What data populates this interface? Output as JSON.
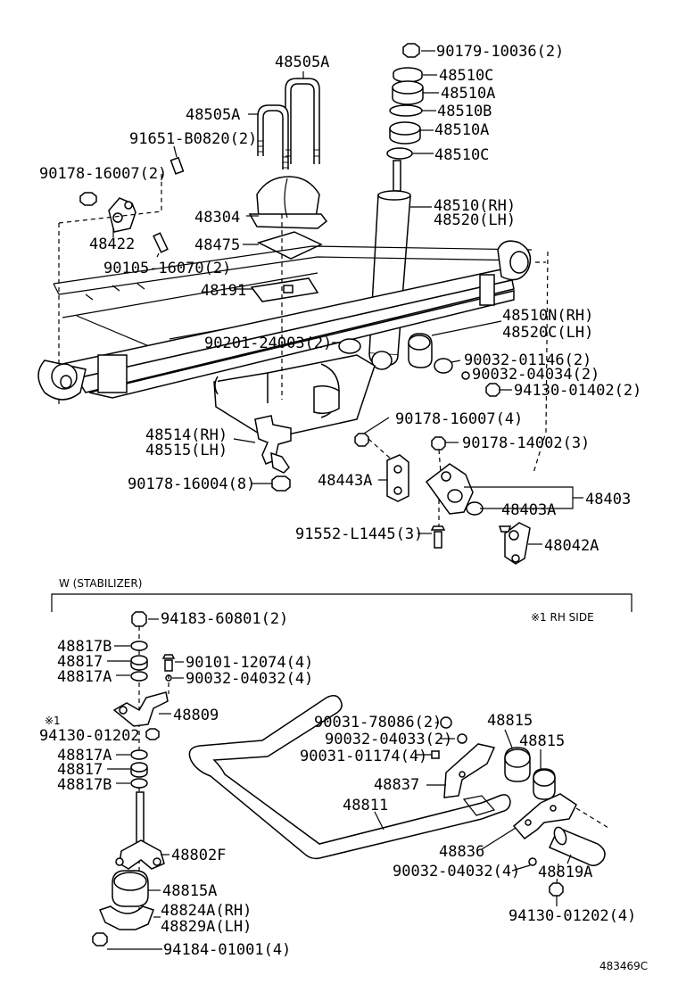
{
  "labels": {
    "p1": "90179-10036(2)",
    "p2": "48510C",
    "p3": "48510A",
    "p4": "48510B",
    "p5": "48510A",
    "p6": "48510C",
    "p7": "48505A",
    "p8": "48505A",
    "p9": "91651-B0820(2)",
    "p10": "90178-16007(2)",
    "p11": "48510(RH)",
    "p12": "48520(LH)",
    "p13": "48304",
    "p14": "48422",
    "p15": "48475",
    "p16": "90105-16070(2)",
    "p17": "48191",
    "p18": "48510N(RH)",
    "p19": "48520C(LH)",
    "p20": "90201-24003(2)",
    "p21": "90032-01146(2)",
    "p22": "90032-04034(2)",
    "p23": "94130-01402(2)",
    "p24": "90178-16007(4)",
    "p25": "48514(RH)",
    "p26": "48515(LH)",
    "p27": "90178-14002(3)",
    "p28": "48443A",
    "p29": "90178-16004(8)",
    "p30": "48403",
    "p31": "48403A",
    "p32": "91552-L1445(3)",
    "p33": "48042A",
    "p34": "W (STABILIZER)",
    "p35": "94183-60801(2)",
    "p36": "※1 RH SIDE",
    "p37": "48817B",
    "p38": "48817",
    "p39": "48817A",
    "p40": "90101-12074(4)",
    "p41": "90032-04032(4)",
    "p42": "48809",
    "p43": "※1",
    "p44": "94130-01202",
    "p45": "90031-78086(2)",
    "p46": "48815",
    "p47": "90032-04033(2)",
    "p48": "48815",
    "p49": "48817A",
    "p50": "90031-01174(4)",
    "p51": "48817",
    "p52": "48817B",
    "p53": "48837",
    "p54": "48811",
    "p55": "48836",
    "p56": "48802F",
    "p57": "90032-04032(4)",
    "p58": "48819A",
    "p59": "48815A",
    "p60": "48824A(RH)",
    "p61": "48829A(LH)",
    "p62": "94130-01202(4)",
    "p63": "94184-01001(4)",
    "p64": "483469C"
  }
}
